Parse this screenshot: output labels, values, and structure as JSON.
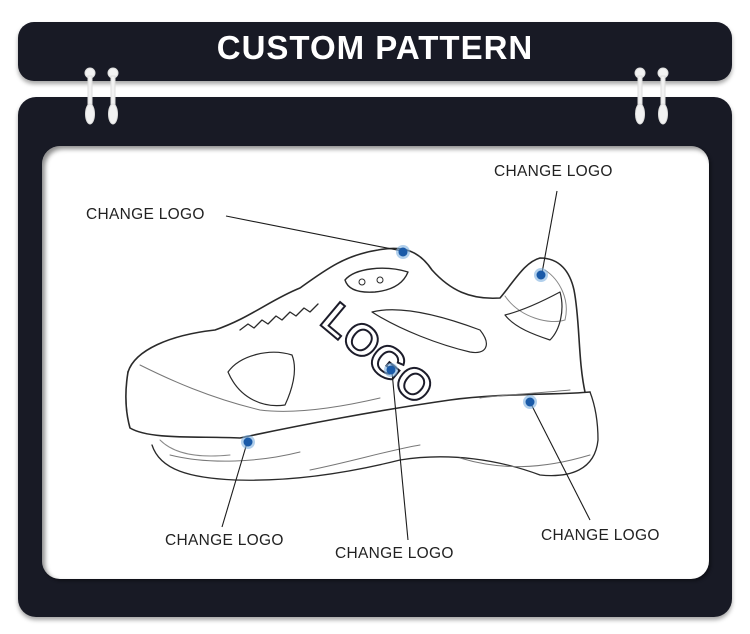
{
  "header": {
    "title": "CUSTOM PATTERN"
  },
  "product": {
    "name": "sneaker-line-drawing",
    "logo_text": "LOGO"
  },
  "hotspots": [
    {
      "id": "tongue",
      "label": "CHANGE LOGO"
    },
    {
      "id": "heel-collar",
      "label": "CHANGE LOGO"
    },
    {
      "id": "side-panel",
      "label": "CHANGE LOGO"
    },
    {
      "id": "toe-midsole",
      "label": "CHANGE LOGO"
    },
    {
      "id": "heel-midsole",
      "label": "CHANGE LOGO"
    }
  ],
  "colors": {
    "frame": "#181a25",
    "hotspot": "#1a5aa8",
    "hotspot_ring": "#7fb0e0"
  }
}
